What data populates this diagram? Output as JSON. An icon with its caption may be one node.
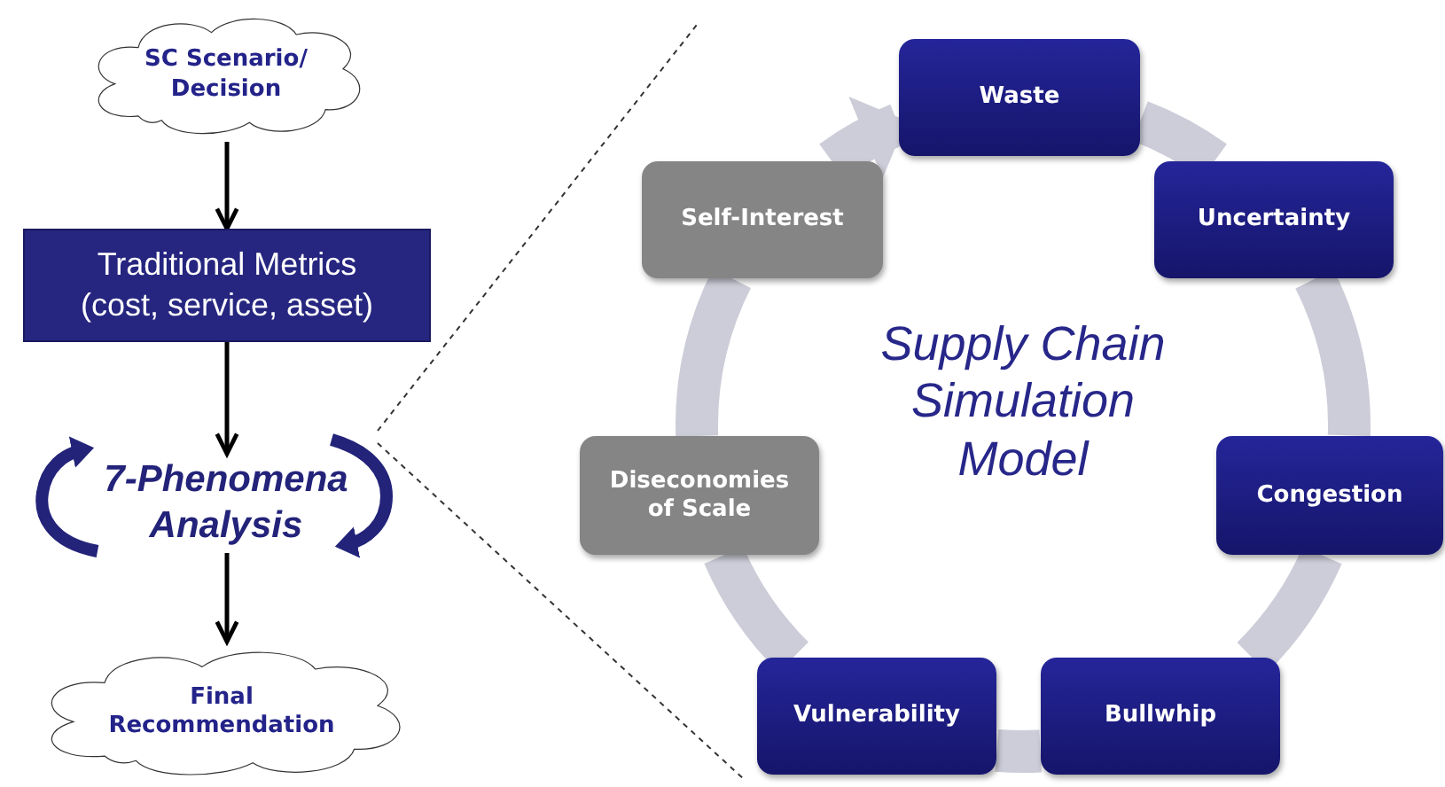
{
  "diagram": {
    "nodes": [
      {
        "text": [
          "SC Scenario/ Decision"
        ]
      },
      {
        "text": [
          "Traditional Metrics (cost, service, asset)"
        ]
      },
      {
        "text": [
          "7-Phenomena Analysis"
        ]
      },
      {
        "text": [
          "Final Recommendation"
        ]
      },
      {
        "text": [
          "Waste"
        ]
      },
      {
        "text": [
          "Uncertainty"
        ]
      },
      {
        "text": [
          "Congestion"
        ]
      },
      {
        "text": [
          "Bullwhip"
        ]
      },
      {
        "text": [
          "Vulnerability"
        ]
      },
      {
        "text": [
          "Diseconomies of Scale"
        ]
      },
      {
        "text": [
          "Self-Interest"
        ]
      }
    ],
    "edges": [
      {
        "from": 0,
        "to": 1,
        "arrow": "to",
        "color": "#000000"
      },
      {
        "from": 1,
        "to": 2,
        "arrow": "to",
        "color": "#000000"
      },
      {
        "from": 2,
        "to": 3,
        "arrow": "to",
        "color": "#000000"
      },
      {
        "from": 4,
        "to": 5,
        "arrow": "none"
      },
      {
        "from": 5,
        "to": 6,
        "arrow": "none"
      },
      {
        "from": 6,
        "to": 7,
        "arrow": "none"
      },
      {
        "from": 7,
        "to": 8,
        "arrow": "none"
      },
      {
        "from": 8,
        "to": 9,
        "arrow": "none"
      },
      {
        "from": 9,
        "to": 10,
        "arrow": "none"
      },
      {
        "from": 10,
        "to": 4,
        "arrow": "to"
      }
    ],
    "labels": [
      "Supply Chain Simulation Model"
    ]
  }
}
